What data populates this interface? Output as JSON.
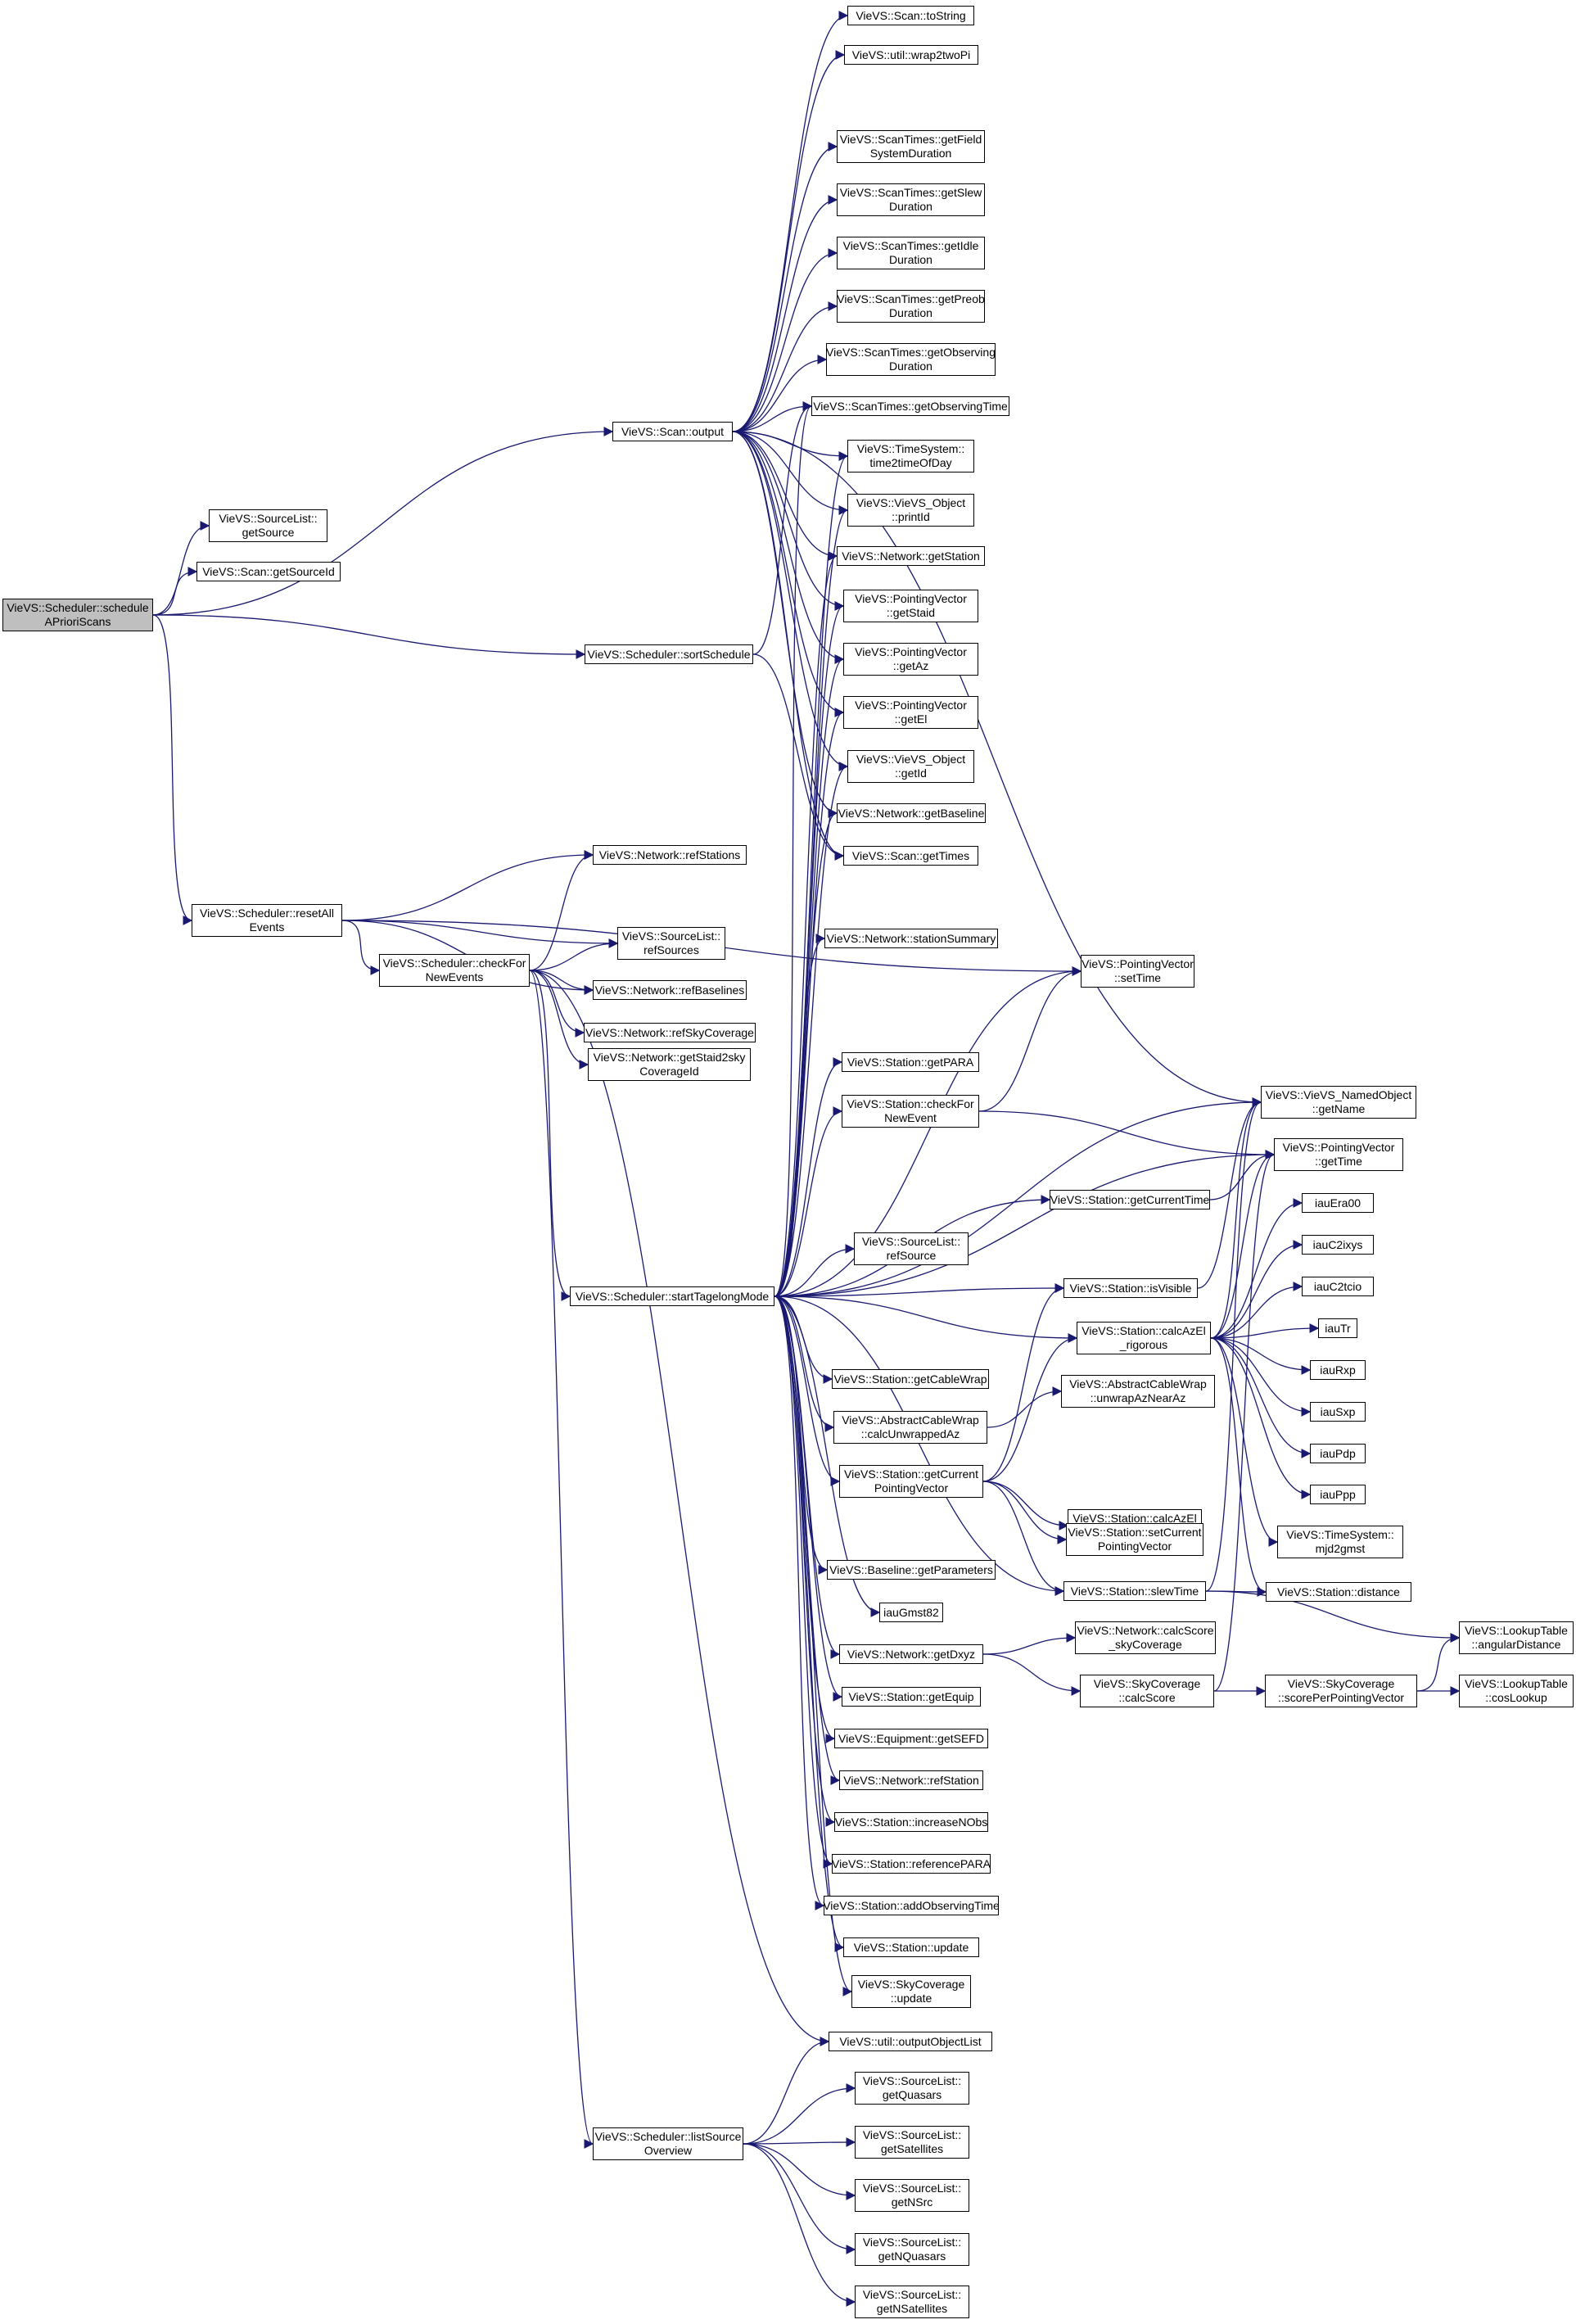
{
  "colors": {
    "edge": "#191970",
    "node_border": "#000000",
    "root_fill": "#bfbfbf",
    "node_fill": "#ffffff"
  },
  "nodes": [
    {
      "id": "root",
      "label": "VieVS::Scheduler::schedule\nAPrioriScans"
    },
    {
      "id": "sl_getSource",
      "label": "VieVS::SourceList::\ngetSource"
    },
    {
      "id": "scan_getSourceId",
      "label": "VieVS::Scan::getSourceId"
    },
    {
      "id": "scan_output",
      "label": "VieVS::Scan::output"
    },
    {
      "id": "sortSchedule",
      "label": "VieVS::Scheduler::sortSchedule"
    },
    {
      "id": "resetAllEvents",
      "label": "VieVS::Scheduler::resetAll\nEvents"
    },
    {
      "id": "checkForNewEvents",
      "label": "VieVS::Scheduler::checkFor\nNewEvents"
    },
    {
      "id": "startTagelong",
      "label": "VieVS::Scheduler::startTagelongMode"
    },
    {
      "id": "listSourceOverview",
      "label": "VieVS::Scheduler::listSource\nOverview"
    },
    {
      "id": "scan_toString",
      "label": "VieVS::Scan::toString"
    },
    {
      "id": "wrap2twoPi",
      "label": "VieVS::util::wrap2twoPi"
    },
    {
      "id": "st_getFieldSys",
      "label": "VieVS::ScanTimes::getField\nSystemDuration"
    },
    {
      "id": "st_getSlew",
      "label": "VieVS::ScanTimes::getSlew\nDuration"
    },
    {
      "id": "st_getIdle",
      "label": "VieVS::ScanTimes::getIdle\nDuration"
    },
    {
      "id": "st_getPreob",
      "label": "VieVS::ScanTimes::getPreob\nDuration"
    },
    {
      "id": "st_getObsDur",
      "label": "VieVS::ScanTimes::getObserving\nDuration"
    },
    {
      "id": "st_getObsTime",
      "label": "VieVS::ScanTimes::getObservingTime"
    },
    {
      "id": "ts_time2",
      "label": "VieVS::TimeSystem::\ntime2timeOfDay"
    },
    {
      "id": "obj_printId",
      "label": "VieVS::VieVS_Object\n::printId"
    },
    {
      "id": "net_getStation",
      "label": "VieVS::Network::getStation"
    },
    {
      "id": "pv_getStaid",
      "label": "VieVS::PointingVector\n::getStaid"
    },
    {
      "id": "pv_getAz",
      "label": "VieVS::PointingVector\n::getAz"
    },
    {
      "id": "pv_getEl",
      "label": "VieVS::PointingVector\n::getEl"
    },
    {
      "id": "obj_getId",
      "label": "VieVS::VieVS_Object\n::getId"
    },
    {
      "id": "net_getBaseline",
      "label": "VieVS::Network::getBaseline"
    },
    {
      "id": "scan_getTimes",
      "label": "VieVS::Scan::getTimes"
    },
    {
      "id": "net_refStations",
      "label": "VieVS::Network::refStations"
    },
    {
      "id": "sl_refSources",
      "label": "VieVS::SourceList::\nrefSources"
    },
    {
      "id": "net_refBaselines",
      "label": "VieVS::Network::refBaselines"
    },
    {
      "id": "net_refSkyCov",
      "label": "VieVS::Network::refSkyCoverage"
    },
    {
      "id": "net_getStaid2sky",
      "label": "VieVS::Network::getStaid2sky\nCoverageId"
    },
    {
      "id": "net_stationSummary",
      "label": "VieVS::Network::stationSummary"
    },
    {
      "id": "pv_setTime",
      "label": "VieVS::PointingVector\n::setTime"
    },
    {
      "id": "sta_getPARA",
      "label": "VieVS::Station::getPARA"
    },
    {
      "id": "sta_checkForNewEvent",
      "label": "VieVS::Station::checkFor\nNewEvent"
    },
    {
      "id": "named_getName",
      "label": "VieVS::VieVS_NamedObject\n::getName"
    },
    {
      "id": "pv_getTime",
      "label": "VieVS::PointingVector\n::getTime"
    },
    {
      "id": "sta_getCurrentTime",
      "label": "VieVS::Station::getCurrentTime"
    },
    {
      "id": "sl_refSource",
      "label": "VieVS::SourceList::\nrefSource"
    },
    {
      "id": "sta_isVisible",
      "label": "VieVS::Station::isVisible"
    },
    {
      "id": "sta_calcAzElRig",
      "label": "VieVS::Station::calcAzEl\n_rigorous"
    },
    {
      "id": "sta_getCableWrap",
      "label": "VieVS::Station::getCableWrap"
    },
    {
      "id": "acw_calcUnwrapped",
      "label": "VieVS::AbstractCableWrap\n::calcUnwrappedAz"
    },
    {
      "id": "acw_unwrapNear",
      "label": "VieVS::AbstractCableWrap\n::unwrapAzNearAz"
    },
    {
      "id": "sta_getCurrentPV",
      "label": "VieVS::Station::getCurrent\nPointingVector"
    },
    {
      "id": "sta_calcAzElSimple",
      "label": "VieVS::Station::calcAzEl\n_simple"
    },
    {
      "id": "sta_setCurrentPV",
      "label": "VieVS::Station::setCurrent\nPointingVector"
    },
    {
      "id": "bl_getParameters",
      "label": "VieVS::Baseline::getParameters"
    },
    {
      "id": "iauGmst82",
      "label": "iauGmst82"
    },
    {
      "id": "sta_slewTime",
      "label": "VieVS::Station::slewTime"
    },
    {
      "id": "sta_distance",
      "label": "VieVS::Station::distance"
    },
    {
      "id": "net_getDxyz",
      "label": "VieVS::Network::getDxyz"
    },
    {
      "id": "net_calcScoreSky",
      "label": "VieVS::Network::calcScore\n_skyCoverage"
    },
    {
      "id": "sky_calcScore",
      "label": "VieVS::SkyCoverage\n::calcScore"
    },
    {
      "id": "sky_scorePerPV",
      "label": "VieVS::SkyCoverage\n::scorePerPointingVector"
    },
    {
      "id": "lt_angular",
      "label": "VieVS::LookupTable\n::angularDistance"
    },
    {
      "id": "lt_cos",
      "label": "VieVS::LookupTable\n::cosLookup"
    },
    {
      "id": "sta_getEquip",
      "label": "VieVS::Station::getEquip"
    },
    {
      "id": "eq_getSEFD",
      "label": "VieVS::Equipment::getSEFD"
    },
    {
      "id": "net_refStation",
      "label": "VieVS::Network::refStation"
    },
    {
      "id": "sta_increaseNObs",
      "label": "VieVS::Station::increaseNObs"
    },
    {
      "id": "sta_refPARA",
      "label": "VieVS::Station::referencePARA"
    },
    {
      "id": "sta_addObsTime",
      "label": "VieVS::Station::addObservingTime"
    },
    {
      "id": "sta_update",
      "label": "VieVS::Station::update"
    },
    {
      "id": "sky_update",
      "label": "VieVS::SkyCoverage\n::update"
    },
    {
      "id": "util_outputObjList",
      "label": "VieVS::util::outputObjectList"
    },
    {
      "id": "sl_getQuasars",
      "label": "VieVS::SourceList::\ngetQuasars"
    },
    {
      "id": "sl_getSatellites",
      "label": "VieVS::SourceList::\ngetSatellites"
    },
    {
      "id": "sl_getNSrc",
      "label": "VieVS::SourceList::\ngetNSrc"
    },
    {
      "id": "sl_getNQuasars",
      "label": "VieVS::SourceList::\ngetNQuasars"
    },
    {
      "id": "sl_getNSatellites",
      "label": "VieVS::SourceList::\ngetNSatellites"
    },
    {
      "id": "iauEra00",
      "label": "iauEra00"
    },
    {
      "id": "iauC2ixys",
      "label": "iauC2ixys"
    },
    {
      "id": "iauC2tcio",
      "label": "iauC2tcio"
    },
    {
      "id": "iauTr",
      "label": "iauTr"
    },
    {
      "id": "iauRxp",
      "label": "iauRxp"
    },
    {
      "id": "iauSxp",
      "label": "iauSxp"
    },
    {
      "id": "iauPdp",
      "label": "iauPdp"
    },
    {
      "id": "iauPpp",
      "label": "iauPpp"
    },
    {
      "id": "ts_mjd2gmst",
      "label": "VieVS::TimeSystem::\nmjd2gmst"
    }
  ],
  "edges": [
    [
      "root",
      "sl_getSource"
    ],
    [
      "root",
      "scan_getSourceId"
    ],
    [
      "root",
      "scan_output"
    ],
    [
      "root",
      "sortSchedule"
    ],
    [
      "root",
      "resetAllEvents"
    ],
    [
      "scan_output",
      "scan_toString"
    ],
    [
      "scan_output",
      "wrap2twoPi"
    ],
    [
      "scan_output",
      "named_getName"
    ],
    [
      "scan_output",
      "st_getFieldSys"
    ],
    [
      "scan_output",
      "st_getSlew"
    ],
    [
      "scan_output",
      "st_getIdle"
    ],
    [
      "scan_output",
      "st_getPreob"
    ],
    [
      "scan_output",
      "st_getObsDur"
    ],
    [
      "scan_output",
      "st_getObsTime"
    ],
    [
      "scan_output",
      "ts_time2"
    ],
    [
      "scan_output",
      "obj_printId"
    ],
    [
      "scan_output",
      "net_getStation"
    ],
    [
      "scan_output",
      "pv_getStaid"
    ],
    [
      "scan_output",
      "pv_getAz"
    ],
    [
      "scan_output",
      "pv_getEl"
    ],
    [
      "scan_output",
      "obj_getId"
    ],
    [
      "scan_output",
      "net_getBaseline"
    ],
    [
      "scan_output",
      "scan_getTimes"
    ],
    [
      "sortSchedule",
      "st_getObsTime"
    ],
    [
      "sortSchedule",
      "scan_getTimes"
    ],
    [
      "resetAllEvents",
      "net_refStations"
    ],
    [
      "resetAllEvents",
      "sl_refSources"
    ],
    [
      "resetAllEvents",
      "net_refBaselines"
    ],
    [
      "resetAllEvents",
      "pv_setTime"
    ],
    [
      "resetAllEvents",
      "checkForNewEvents"
    ],
    [
      "checkForNewEvents",
      "net_refStations"
    ],
    [
      "checkForNewEvents",
      "sl_refSources"
    ],
    [
      "checkForNewEvents",
      "net_refBaselines"
    ],
    [
      "checkForNewEvents",
      "net_refSkyCov"
    ],
    [
      "checkForNewEvents",
      "net_getStaid2sky"
    ],
    [
      "checkForNewEvents",
      "startTagelong"
    ],
    [
      "checkForNewEvents",
      "util_outputObjList"
    ],
    [
      "checkForNewEvents",
      "listSourceOverview"
    ],
    [
      "startTagelong",
      "st_getObsTime"
    ],
    [
      "startTagelong",
      "ts_time2"
    ],
    [
      "startTagelong",
      "obj_printId"
    ],
    [
      "startTagelong",
      "net_getStation"
    ],
    [
      "startTagelong",
      "pv_getStaid"
    ],
    [
      "startTagelong",
      "pv_getAz"
    ],
    [
      "startTagelong",
      "pv_getEl"
    ],
    [
      "startTagelong",
      "obj_getId"
    ],
    [
      "startTagelong",
      "net_getBaseline"
    ],
    [
      "startTagelong",
      "net_stationSummary"
    ],
    [
      "startTagelong",
      "pv_setTime"
    ],
    [
      "startTagelong",
      "sta_getPARA"
    ],
    [
      "startTagelong",
      "sta_checkForNewEvent"
    ],
    [
      "startTagelong",
      "named_getName"
    ],
    [
      "startTagelong",
      "pv_getTime"
    ],
    [
      "startTagelong",
      "sta_getCurrentTime"
    ],
    [
      "startTagelong",
      "sl_refSource"
    ],
    [
      "startTagelong",
      "sta_isVisible"
    ],
    [
      "startTagelong",
      "sta_calcAzElRig"
    ],
    [
      "startTagelong",
      "sta_getCableWrap"
    ],
    [
      "startTagelong",
      "acw_calcUnwrapped"
    ],
    [
      "startTagelong",
      "sta_getCurrentPV"
    ],
    [
      "startTagelong",
      "bl_getParameters"
    ],
    [
      "startTagelong",
      "iauGmst82"
    ],
    [
      "startTagelong",
      "sta_slewTime"
    ],
    [
      "startTagelong",
      "net_getDxyz"
    ],
    [
      "startTagelong",
      "sta_getEquip"
    ],
    [
      "startTagelong",
      "eq_getSEFD"
    ],
    [
      "startTagelong",
      "net_refStation"
    ],
    [
      "startTagelong",
      "sta_increaseNObs"
    ],
    [
      "startTagelong",
      "sta_refPARA"
    ],
    [
      "startTagelong",
      "sta_addObsTime"
    ],
    [
      "startTagelong",
      "sta_update"
    ],
    [
      "startTagelong",
      "sky_update"
    ],
    [
      "sta_checkForNewEvent",
      "pv_setTime"
    ],
    [
      "sta_checkForNewEvent",
      "pv_getTime"
    ],
    [
      "sta_getCurrentTime",
      "pv_getTime"
    ],
    [
      "sta_isVisible",
      "named_getName"
    ],
    [
      "sta_calcAzElRig",
      "named_getName"
    ],
    [
      "sta_calcAzElRig",
      "pv_getTime"
    ],
    [
      "sta_calcAzElRig",
      "iauEra00"
    ],
    [
      "sta_calcAzElRig",
      "iauC2ixys"
    ],
    [
      "sta_calcAzElRig",
      "iauC2tcio"
    ],
    [
      "sta_calcAzElRig",
      "iauTr"
    ],
    [
      "sta_calcAzElRig",
      "iauRxp"
    ],
    [
      "sta_calcAzElRig",
      "iauSxp"
    ],
    [
      "sta_calcAzElRig",
      "iauPdp"
    ],
    [
      "sta_calcAzElRig",
      "iauPpp"
    ],
    [
      "sta_calcAzElRig",
      "ts_mjd2gmst"
    ],
    [
      "sta_calcAzElRig",
      "sta_distance"
    ],
    [
      "acw_calcUnwrapped",
      "acw_unwrapNear"
    ],
    [
      "sta_getCurrentPV",
      "sta_isVisible"
    ],
    [
      "sta_getCurrentPV",
      "sta_calcAzElRig"
    ],
    [
      "sta_getCurrentPV",
      "sta_calcAzElSimple"
    ],
    [
      "sta_getCurrentPV",
      "sta_setCurrentPV"
    ],
    [
      "sta_getCurrentPV",
      "sta_slewTime"
    ],
    [
      "sta_slewTime",
      "named_getName"
    ],
    [
      "sta_slewTime",
      "sta_distance"
    ],
    [
      "sta_slewTime",
      "lt_angular"
    ],
    [
      "net_getDxyz",
      "net_calcScoreSky"
    ],
    [
      "net_getDxyz",
      "sky_calcScore"
    ],
    [
      "sky_calcScore",
      "sky_scorePerPV"
    ],
    [
      "sky_calcScore",
      "pv_getTime"
    ],
    [
      "sky_scorePerPV",
      "lt_angular"
    ],
    [
      "sky_scorePerPV",
      "lt_cos"
    ],
    [
      "listSourceOverview",
      "util_outputObjList"
    ],
    [
      "listSourceOverview",
      "sl_getQuasars"
    ],
    [
      "listSourceOverview",
      "sl_getSatellites"
    ],
    [
      "listSourceOverview",
      "sl_getNSrc"
    ],
    [
      "listSourceOverview",
      "sl_getNQuasars"
    ],
    [
      "listSourceOverview",
      "sl_getNSatellites"
    ]
  ]
}
